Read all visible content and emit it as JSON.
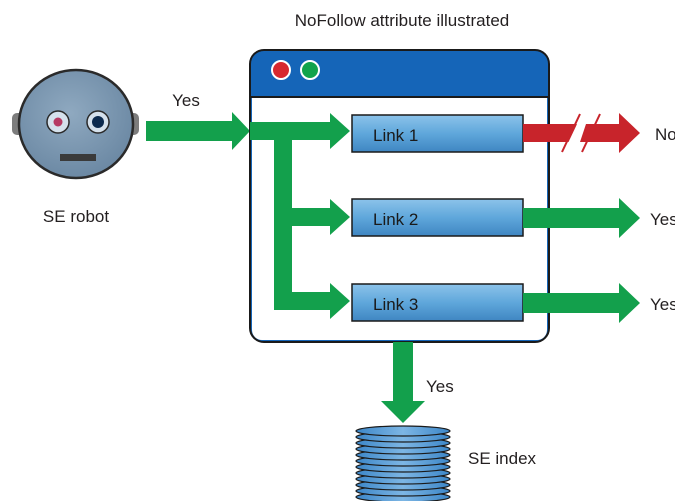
{
  "title": "NoFollow attribute illustrated",
  "robot": {
    "label": "SE robot",
    "icon": "robot-face-icon"
  },
  "index": {
    "label": "SE index",
    "icon": "database-stack-icon"
  },
  "browser": {
    "icon": "browser-window-icon",
    "buttons": [
      {
        "name": "red-dot",
        "color": "#d7282f"
      },
      {
        "name": "green-dot",
        "color": "#11a34b"
      }
    ]
  },
  "crawl_label": "Yes",
  "index_label": "Yes",
  "links": [
    {
      "label": "Link 1",
      "result": "No",
      "followed": false
    },
    {
      "label": "Link 2",
      "result": "Yes",
      "followed": true
    },
    {
      "label": "Link 3",
      "result": "Yes",
      "followed": true
    }
  ],
  "colors": {
    "followed_arrow": "#13a04c",
    "nofollow_arrow": "#c8242b",
    "browser_header": "#1565b8",
    "link_fill": "#5aa2d8",
    "robot_face": "#7b98b2"
  }
}
